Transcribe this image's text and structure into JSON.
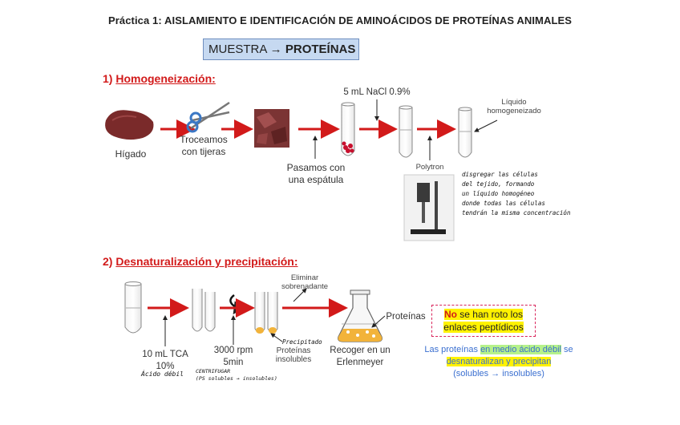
{
  "title": "Práctica 1: AISLAMIENTO E IDENTIFICACIÓN DE AMINOÁCIDOS DE PROTEÍNAS ANIMALES",
  "header_box": {
    "prefix": "MUESTRA → ",
    "bold": "PROTEÍNAS"
  },
  "section1": {
    "number": "1)",
    "title": "Homogeneización:"
  },
  "section1_labels": {
    "liver": "Hígado",
    "cut": "Troceamos\ncon tijeras",
    "spatula": "Pasamos con\nuna espátula",
    "nacl": "5 mL NaCl 0.9%",
    "polytron": "Polytron",
    "liquid": "Líquido\nhomogeneizado"
  },
  "section1_handwritten": "disgregar las células\ndel tejido, formando\nun líquido homogéneo\ndonde todas las células\ntendrán la misma concentración",
  "section2": {
    "number": "2)",
    "title": "Desnaturalización y precipitación:"
  },
  "section2_labels": {
    "tca": "10 mL TCA\n10%",
    "tca_hand": "Ácido débil",
    "rpm": "3000 rpm\n5min",
    "rpm_hand": "CENTRIFUGAR\n(PS solubles → insolubles)",
    "proteins_insoluble": "Proteínas\ninsolubles",
    "precipitate_hand": "Precipitado",
    "eliminate": "Eliminar\nsobrenadante",
    "erlenmeyer": "Recoger en un\nErlenmeyer",
    "proteins": "Proteínas"
  },
  "note_box": {
    "no": "No",
    "rest": " se han roto los",
    "line2": "enlaces peptídicos"
  },
  "blue_note": {
    "p1": "Las proteínas ",
    "p2": "en medio ácido débil",
    "p3": " se",
    "p4": "desnaturalizan y precipitan",
    "p5": "(solubles → insolubles)"
  },
  "colors": {
    "arrow": "#d21a1a",
    "section": "#d21a1a",
    "box_bg": "#c6d9f1",
    "blue_text": "#3a6fd0",
    "pellet": "#f2b33a"
  }
}
